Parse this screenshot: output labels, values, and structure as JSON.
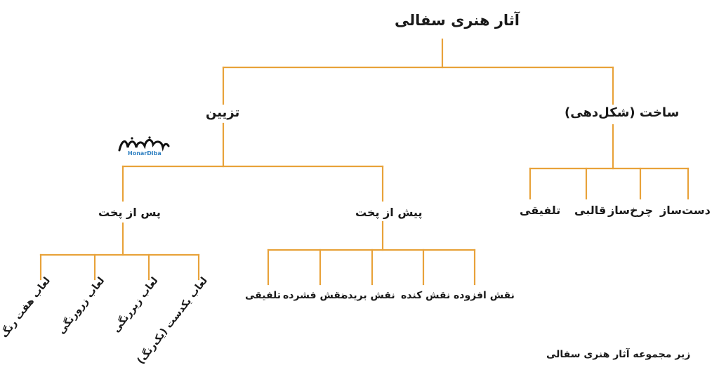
{
  "diagram": {
    "root": "آثار هنری سفالی",
    "branches": {
      "left": "تزیین",
      "right": "ساخت (شکل‌دهی)"
    },
    "decoration": {
      "after_firing": "پس از پخت",
      "before_firing": "پیش از پخت",
      "after_items": [
        "لعاب هفت رنگ",
        "لعاب زرورنگی",
        "لعاب زیررنگی",
        "لعاب یکدست (یک‌رنگ)"
      ],
      "before_items": [
        "تلفیقی",
        "نقش فشرده",
        "نقش بریده",
        "نقش کنده",
        "نقش افزوده"
      ]
    },
    "making_items": [
      "تلفیقی",
      "قالبی",
      "چرخ‌ساز",
      "دست‌ساز"
    ],
    "line_color": "#e8a23a"
  },
  "watermark": {
    "text": "HonarDiba"
  },
  "caption": "زیر مجموعه آثار هنری سفالی"
}
